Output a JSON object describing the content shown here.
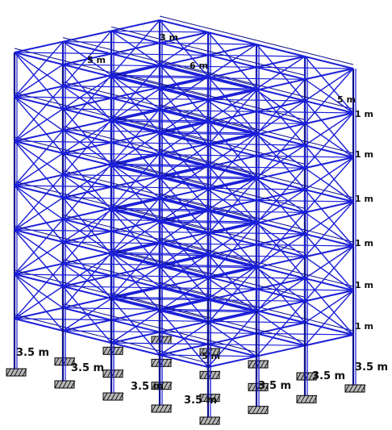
{
  "canvas": {
    "background": "#ffffff"
  },
  "model": {
    "type": "3D steel frame with bracing",
    "stories": 6,
    "colors": {
      "member": "#1c20d8",
      "member_dark": "#0b0e8a",
      "support_fill": "#b7b7b7",
      "label": "#111111"
    }
  },
  "labels": {
    "story_height": "3.5 m",
    "dimension_1": "3 m",
    "dimension_2": "5 m",
    "dimension_3": "6 m",
    "dimension_4": "1 m"
  }
}
